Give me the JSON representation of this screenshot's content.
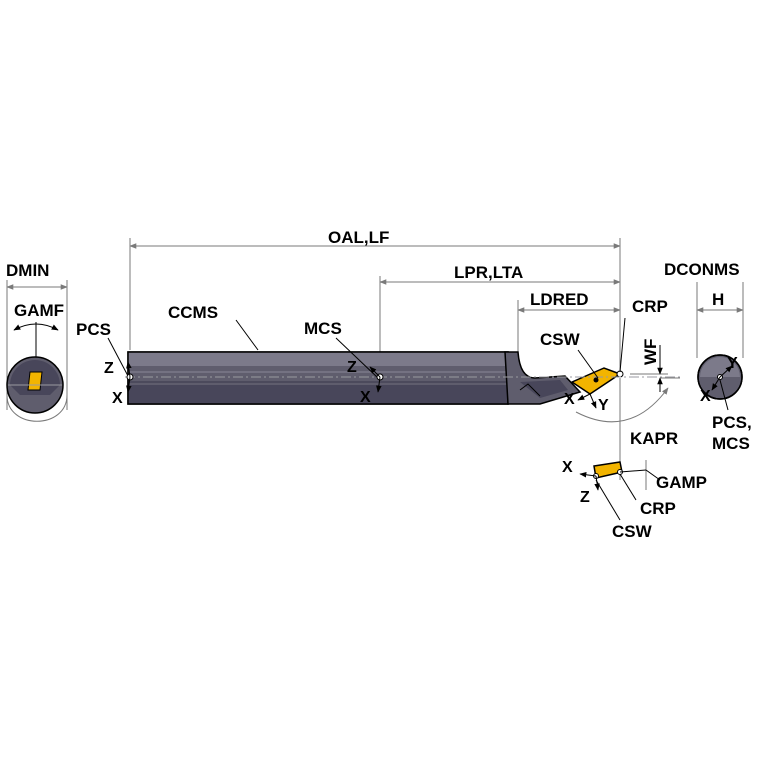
{
  "labels": {
    "dmin": "DMIN",
    "gamf": "GAMF",
    "pcs": "PCS",
    "ccms": "CCMS",
    "mcs": "MCS",
    "oal_lf": "OAL,LF",
    "lpr_lta": "LPR,LTA",
    "ldred": "LDRED",
    "crp": "CRP",
    "csw": "CSW",
    "wf": "WF",
    "kapr": "KAPR",
    "dconms": "DCONMS",
    "h": "H",
    "pcs_mcs_1": "PCS,",
    "pcs_mcs_2": "MCS",
    "gamp": "GAMP",
    "crp_2": "CRP",
    "csw_2": "CSW"
  },
  "axes": {
    "z": "Z",
    "x": "X",
    "y": "Y"
  },
  "colors": {
    "body": "#5f5d6d",
    "body_dark": "#48465a",
    "body_light": "#7c7a8a",
    "insert": "#f2b400",
    "outline": "#000000"
  }
}
